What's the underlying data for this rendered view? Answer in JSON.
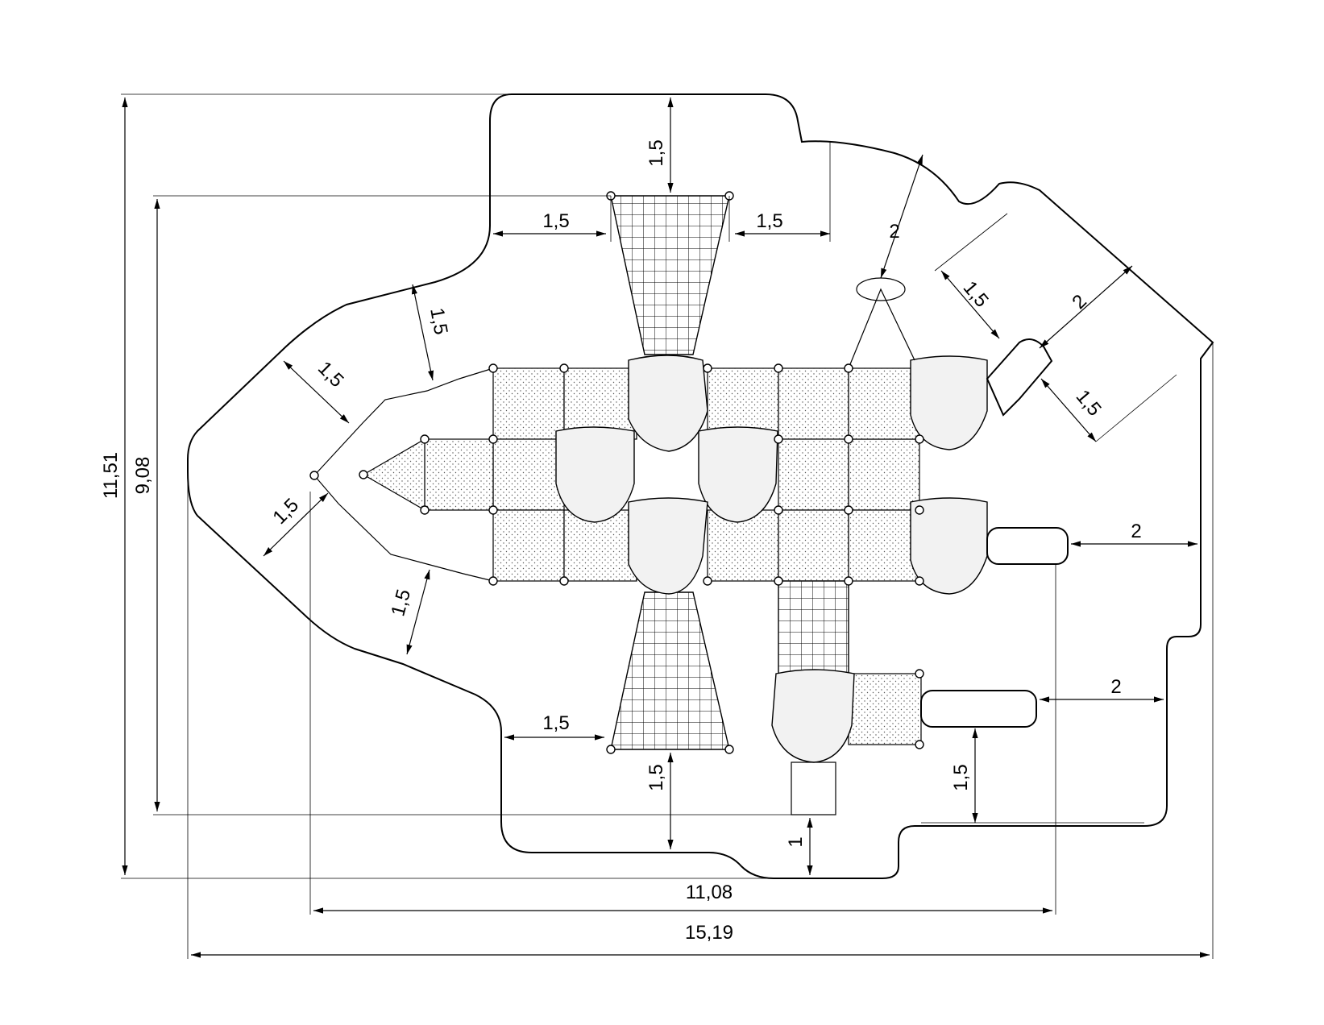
{
  "dimensions": {
    "overall_width": "15,19",
    "equipment_width": "11,08",
    "overall_height": "11,51",
    "equipment_height": "9,08",
    "top_clearance": "1,5",
    "top_left_clearance": "1,5",
    "top_right_clearance": "1,5",
    "upper_left_diag_a": "1,5",
    "upper_left_diag_b": "1,5",
    "lower_left_diag_a": "1,5",
    "lower_left_diag_b": "1,5",
    "upper_right_2": "2",
    "right_slide_upper_2": "2",
    "right_slide_upper_1_5_a": "1,5",
    "right_slide_upper_1_5_b": "1,5",
    "right_slide_mid_2": "2",
    "right_slide_low_2": "2",
    "bottom_left_clearance": "1,5",
    "bottom_net_clearance": "1,5",
    "bottom_stairs_clearance": "1",
    "bottom_right_clearance": "1,5"
  },
  "colors": {
    "line": "#000000",
    "background": "#ffffff"
  }
}
